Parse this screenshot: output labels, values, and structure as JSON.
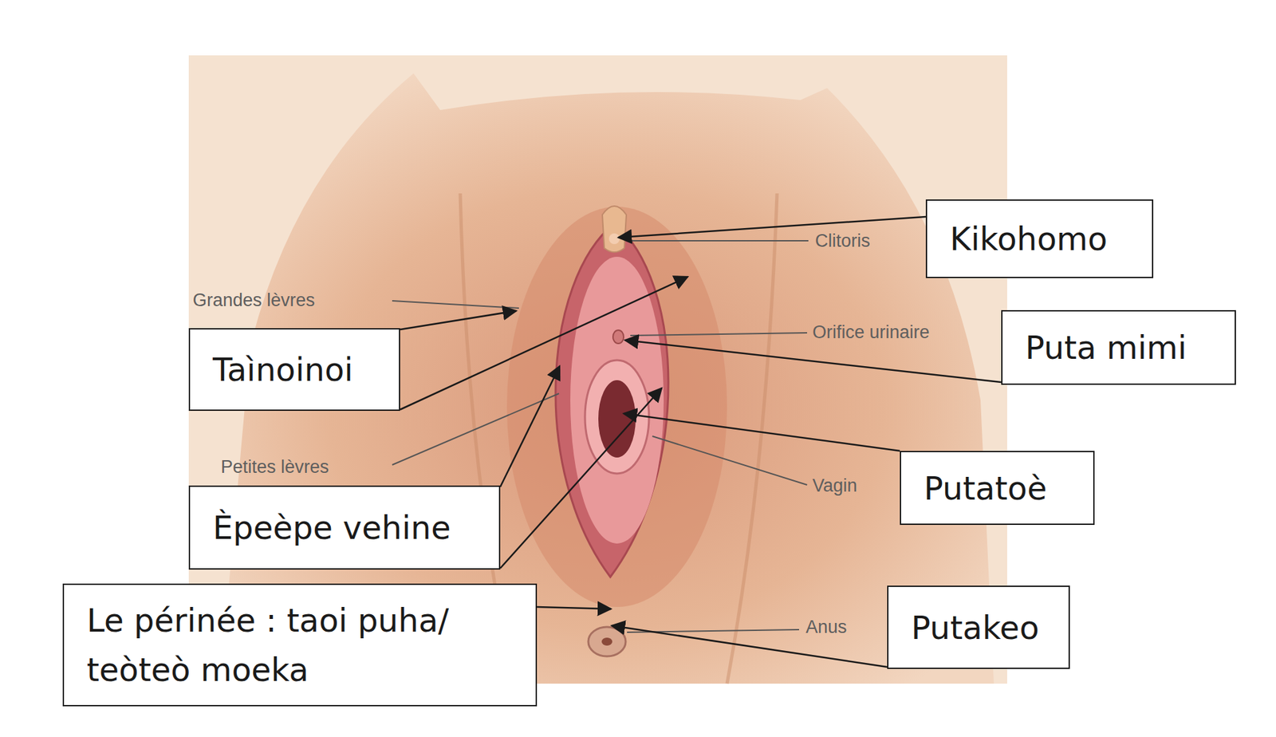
{
  "diagram": {
    "nodes": [
      {
        "text": [
          "Kikohomo"
        ]
      },
      {
        "text": [
          "Taìnoinoi"
        ]
      },
      {
        "text": [
          "Puta mimi"
        ]
      },
      {
        "text": [
          "Putatoè"
        ]
      },
      {
        "text": [
          "Èpeèpe vehine"
        ]
      },
      {
        "text": [
          "Le périnée : taoi puha/ teòteò moeka"
        ]
      },
      {
        "text": [
          "Putakeo"
        ]
      }
    ],
    "labels": [
      "Clitoris",
      "Grandes lèvres",
      "Orifice urinaire",
      "Petites lèvres",
      "Vagin",
      "Anus"
    ]
  }
}
